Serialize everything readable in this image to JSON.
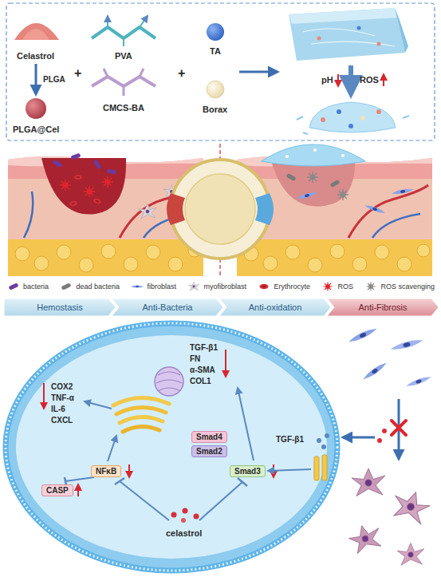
{
  "diagram": {
    "nodes": [
      {
        "text": [
          "Hemostasis"
        ]
      },
      {
        "text": [
          "Anti-Bacteria"
        ]
      },
      {
        "text": [
          "Anti-oxidation"
        ]
      },
      {
        "text": [
          "Anti-Fibrosis"
        ]
      },
      {
        "text": [
          "Smad4"
        ]
      },
      {
        "text": [
          "Smad2"
        ]
      },
      {
        "text": [
          "Smad3"
        ]
      },
      {
        "text": [
          "NFκB"
        ]
      },
      {
        "text": [
          "CASP"
        ]
      }
    ],
    "labels": [
      "Celastrol",
      "PLGA",
      "PLGA@Cel",
      "+",
      "PVA",
      "CMCS-BA",
      "+",
      "TA",
      "Borax",
      "pH",
      "ROS",
      "COX2",
      "TNF-α",
      "IL-6",
      "CXCL",
      "TGF-β1",
      "FN",
      "α-SMA",
      "COL1",
      "celastrol",
      "TGF-β1"
    ],
    "legend": [
      {
        "text": "bacteria"
      },
      {
        "text": "dead bacteria"
      },
      {
        "text": "fibroblast"
      },
      {
        "text": "myofibroblast"
      },
      {
        "text": "Erythrocyte"
      },
      {
        "text": "ROS"
      },
      {
        "text": "ROS scavenging"
      }
    ]
  }
}
